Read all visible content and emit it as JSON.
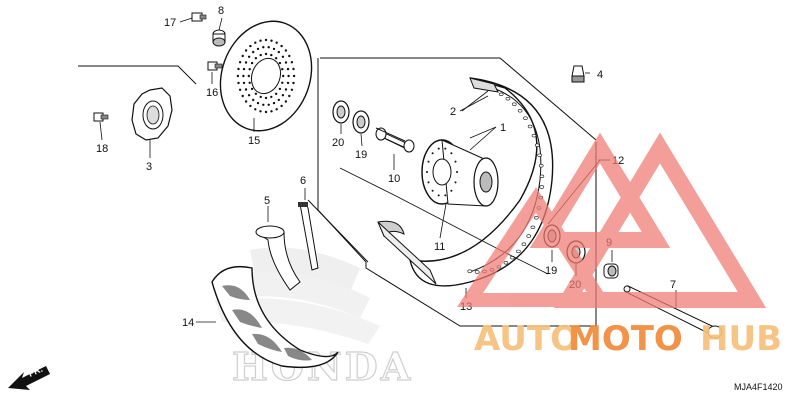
{
  "diagram_code": "MJA4F1420",
  "watermark": {
    "part1": "AUTO",
    "part2": "MOTO",
    "part3": "HUB",
    "colors": {
      "light": "#f6b96a",
      "mid": "#f08a3a",
      "red": "#f07a72"
    }
  },
  "background_logo": "HONDA",
  "direction_arrow": "FR.",
  "callouts": {
    "c17": "17",
    "c8": "8",
    "c16": "16",
    "c15": "15",
    "c18": "18",
    "c3": "3",
    "c4": "4",
    "c2": "2",
    "c1": "1",
    "c20a": "20",
    "c19a": "19",
    "c10": "10",
    "c12": "12",
    "c6": "6",
    "c5": "5",
    "c11": "11",
    "c9": "9",
    "c19b": "19",
    "c20b": "20",
    "c7": "7",
    "c13": "13",
    "c14": "14"
  }
}
